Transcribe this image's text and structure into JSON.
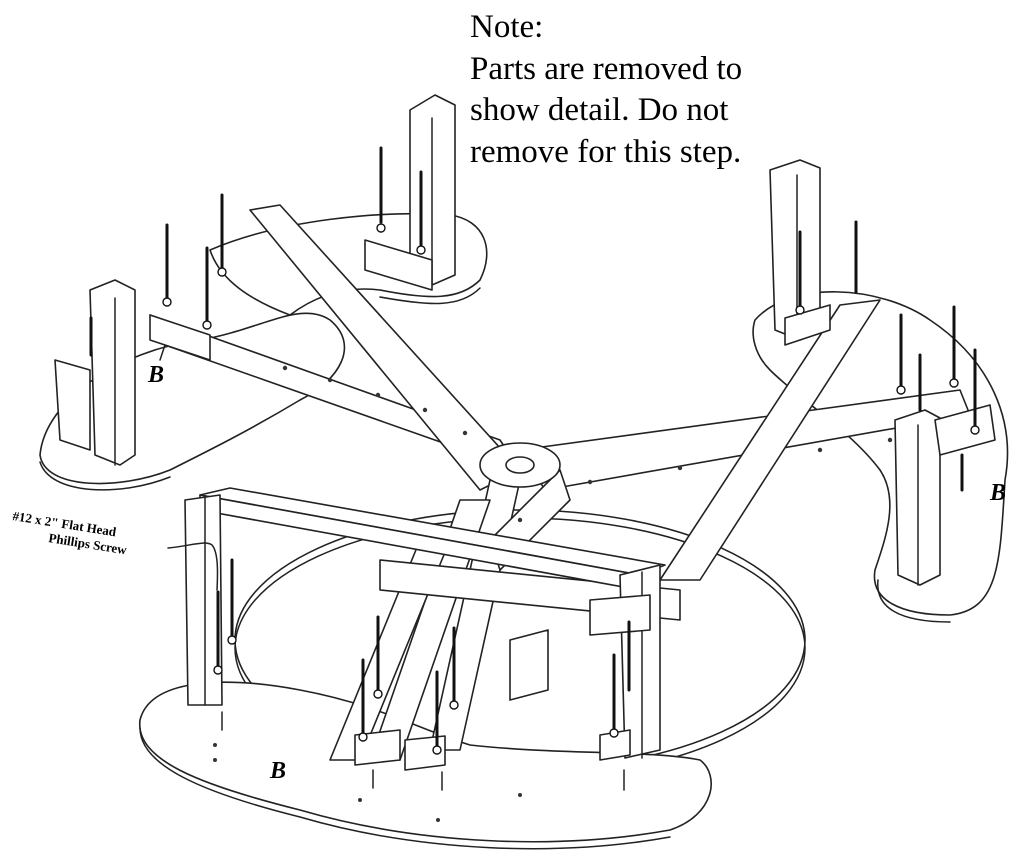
{
  "note": {
    "title": "Note:",
    "lines": [
      "Parts are removed to",
      "show detail.  Do not",
      "remove for this step."
    ]
  },
  "callout": {
    "line1": "#12 x 2\" Flat Head",
    "line2": "Phillips Screw"
  },
  "part_labels": [
    "B",
    "B",
    "B"
  ]
}
